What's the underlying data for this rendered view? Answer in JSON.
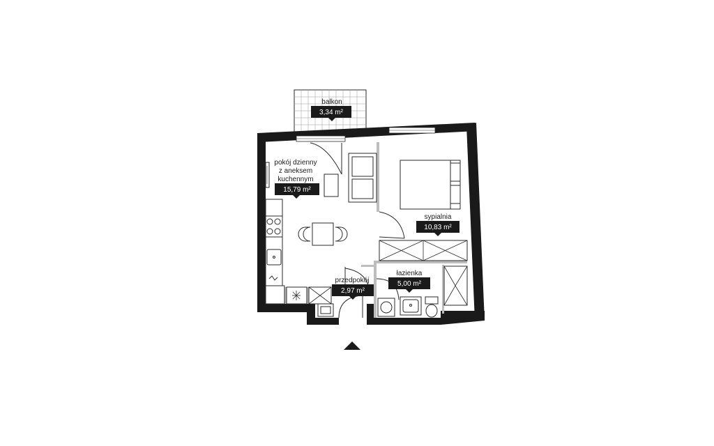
{
  "rooms": {
    "balkon": {
      "name": "balkon",
      "area": "3,34 m²"
    },
    "living": {
      "name_line1": "pokój dzienny",
      "name_line2": "z aneksem",
      "name_line3": "kuchennym",
      "area": "15,79 m²"
    },
    "sypialnia": {
      "name": "sypialnia",
      "area": "10,83 m²"
    },
    "lazienka": {
      "name": "łazienka",
      "area": "5,00 m²"
    },
    "przedpokoj": {
      "name": "przedpokój",
      "area": "2,97 m²"
    }
  },
  "colors": {
    "wall": "#1a1a1a",
    "badge": "#1a1a1a",
    "partition": "#bdbdbd"
  },
  "icons": {
    "entrance": "triangle-up-icon"
  }
}
